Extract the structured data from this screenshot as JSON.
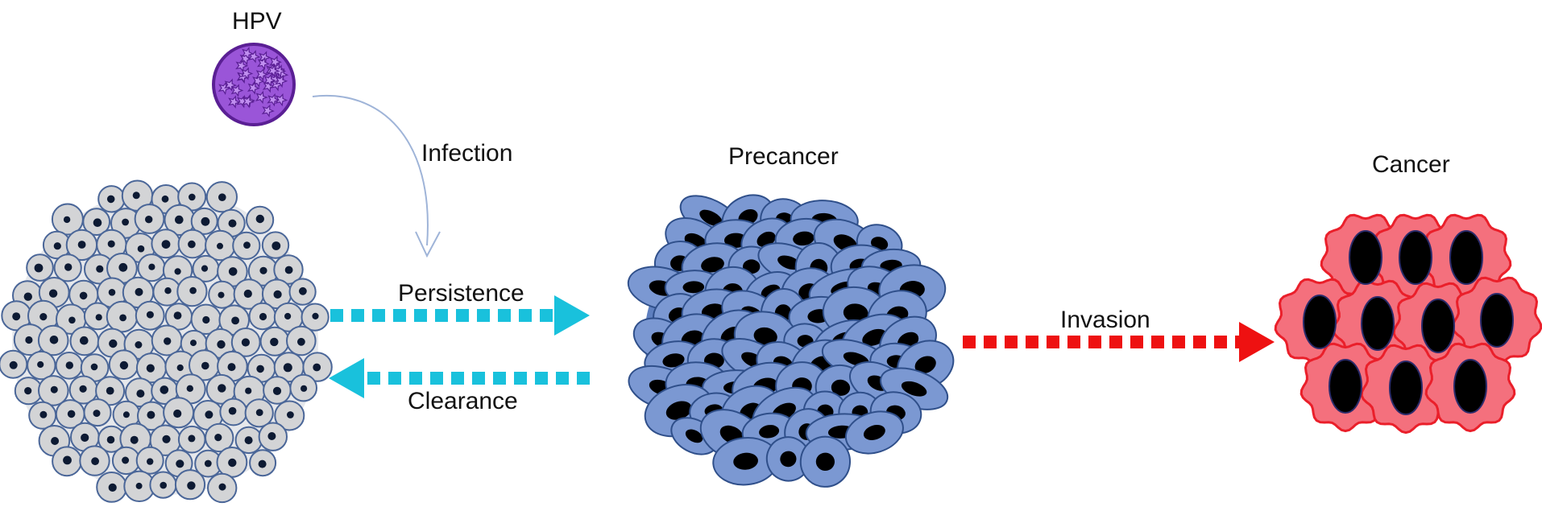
{
  "labels": {
    "hpv": "HPV",
    "infection": "Infection",
    "precancer": "Precancer",
    "cancer": "Cancer",
    "persistence": "Persistence",
    "clearance": "Clearance",
    "invasion": "Invasion"
  },
  "colors": {
    "normal_cell_fill": "#d3d4d6",
    "normal_cell_stroke": "#4a6698",
    "normal_nucleus": "#0d1a33",
    "precancer_cell_fill": "#7b98d2",
    "precancer_cell_stroke": "#2f4f8a",
    "precancer_nucleus": "#000000",
    "cancer_cell_fill": "#f4707d",
    "cancer_cell_stroke": "#ea1f2a",
    "cancer_nucleus": "#000000",
    "virus_fill": "#9a55d8",
    "virus_dark": "#5a1f94",
    "arrow_cyan": "#19c1dc",
    "arrow_red": "#ee1111",
    "infection_arrow": "#9fb4d8"
  },
  "icons": {
    "virus": "hpv-virus-icon",
    "normal_tissue": "normal-epithelium-icon",
    "precancer_tissue": "precancer-tissue-icon",
    "cancer_tissue": "cancer-tissue-icon"
  }
}
